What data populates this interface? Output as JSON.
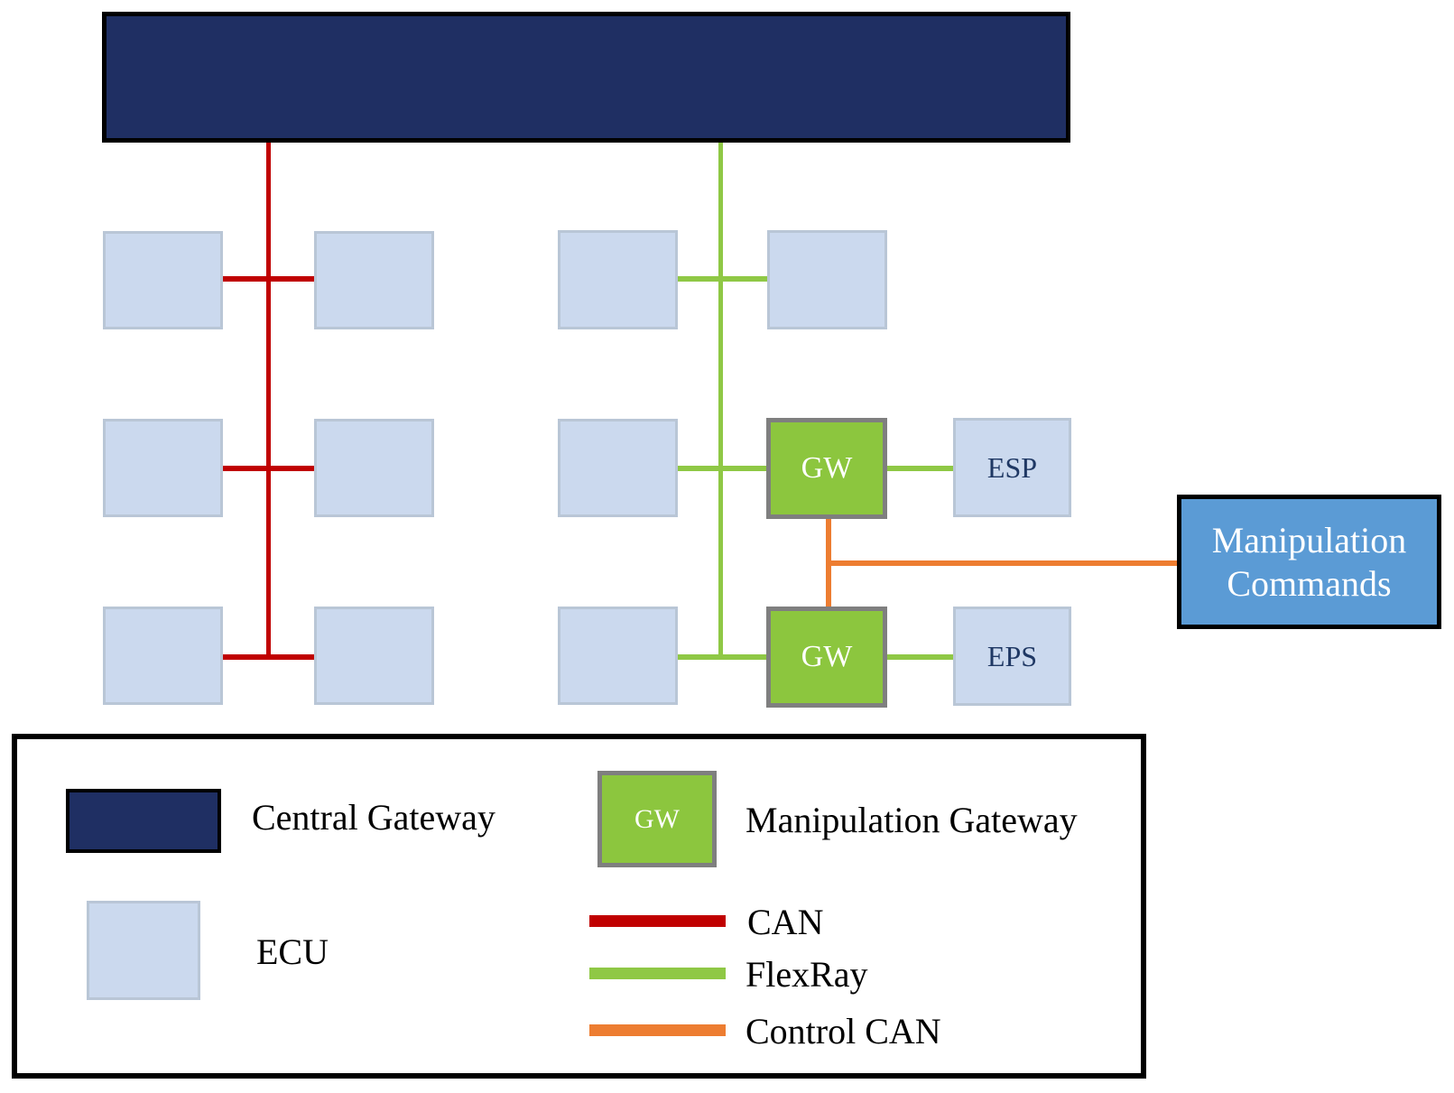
{
  "nodes": {
    "gw_label": "GW",
    "esp_label": "ESP",
    "eps_label": "EPS",
    "manipulation_commands_label": "Manipulation Commands"
  },
  "legend": {
    "central_gateway_label": "Central Gateway",
    "ecu_label": "ECU",
    "manipulation_gateway_label": "Manipulation Gateway",
    "can_label": "CAN",
    "flexray_label": "FlexRay",
    "control_can_label": "Control CAN"
  },
  "colors": {
    "central_gateway_fill": "#1f2f63",
    "ecu_fill": "#cbd9ee",
    "ecu_border": "#b9c6d6",
    "gateway_fill": "#8cc63e",
    "gateway_border": "#7f7f7f",
    "can_line": "#c00000",
    "flexray_line": "#8fc845",
    "control_can_line": "#ed7d31",
    "commands_fill": "#5b9bd5",
    "node_text": "#1f3864",
    "legend_text": "#000000"
  }
}
